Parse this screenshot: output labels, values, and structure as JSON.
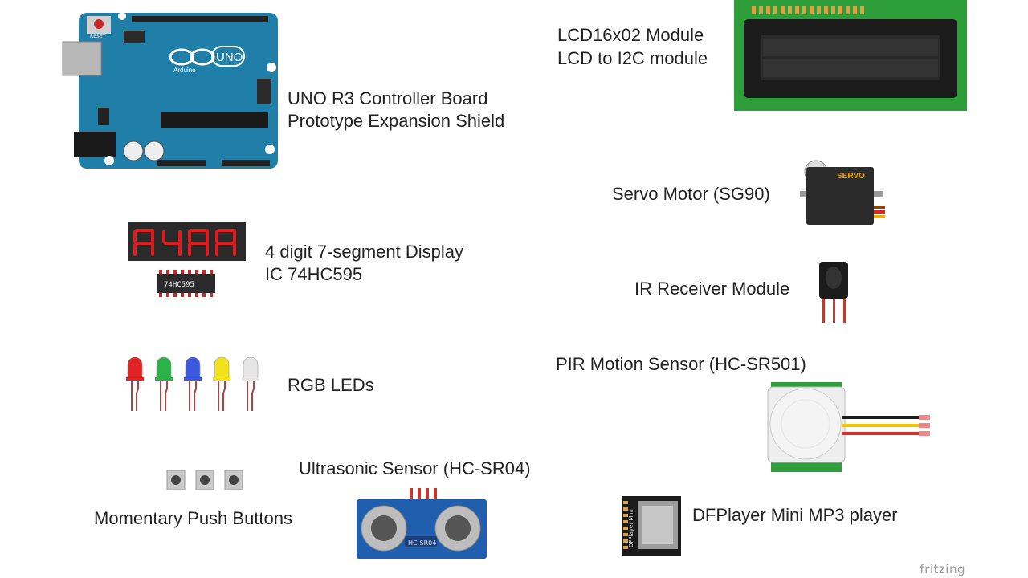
{
  "labels": {
    "uno_board": "UNO R3 Controller Board",
    "proto_shield": "Prototype Expansion Shield",
    "lcd_module": "LCD16x02  Module",
    "lcd_i2c": "LCD to I2C module",
    "servo": "Servo Motor (SG90)",
    "seven_segment": "4 digit 7-segment Display",
    "ic_74hc595": "IC 74HC595",
    "ir_receiver": "IR Receiver Module",
    "rgb_leds": "RGB LEDs",
    "pir_sensor": "PIR Motion Sensor (HC-SR501)",
    "ultrasonic": "Ultrasonic Sensor (HC-SR04)",
    "push_buttons": "Momentary  Push Buttons",
    "dfplayer": "DFPlayer Mini MP3 player"
  },
  "part_text": {
    "uno_logo": "UNO",
    "arduino_text": "Arduino",
    "reset_text": "RESET",
    "ic_text": "74HC595",
    "servo_text": "SERVO",
    "hcsr04_text": "HC-SR04",
    "dfplayer_text": "DFPlayer Mini"
  },
  "led_colors": [
    "#e02424",
    "#2bb34a",
    "#3a58e0",
    "#f2e21a",
    "#e6e6e6"
  ],
  "colors": {
    "arduino_board": "#1f7fa8",
    "lcd_pcb": "#2e9e3a",
    "sensor_board": "#1f5fae",
    "segment_red": "#e11b1b"
  },
  "branding": "fritzing"
}
